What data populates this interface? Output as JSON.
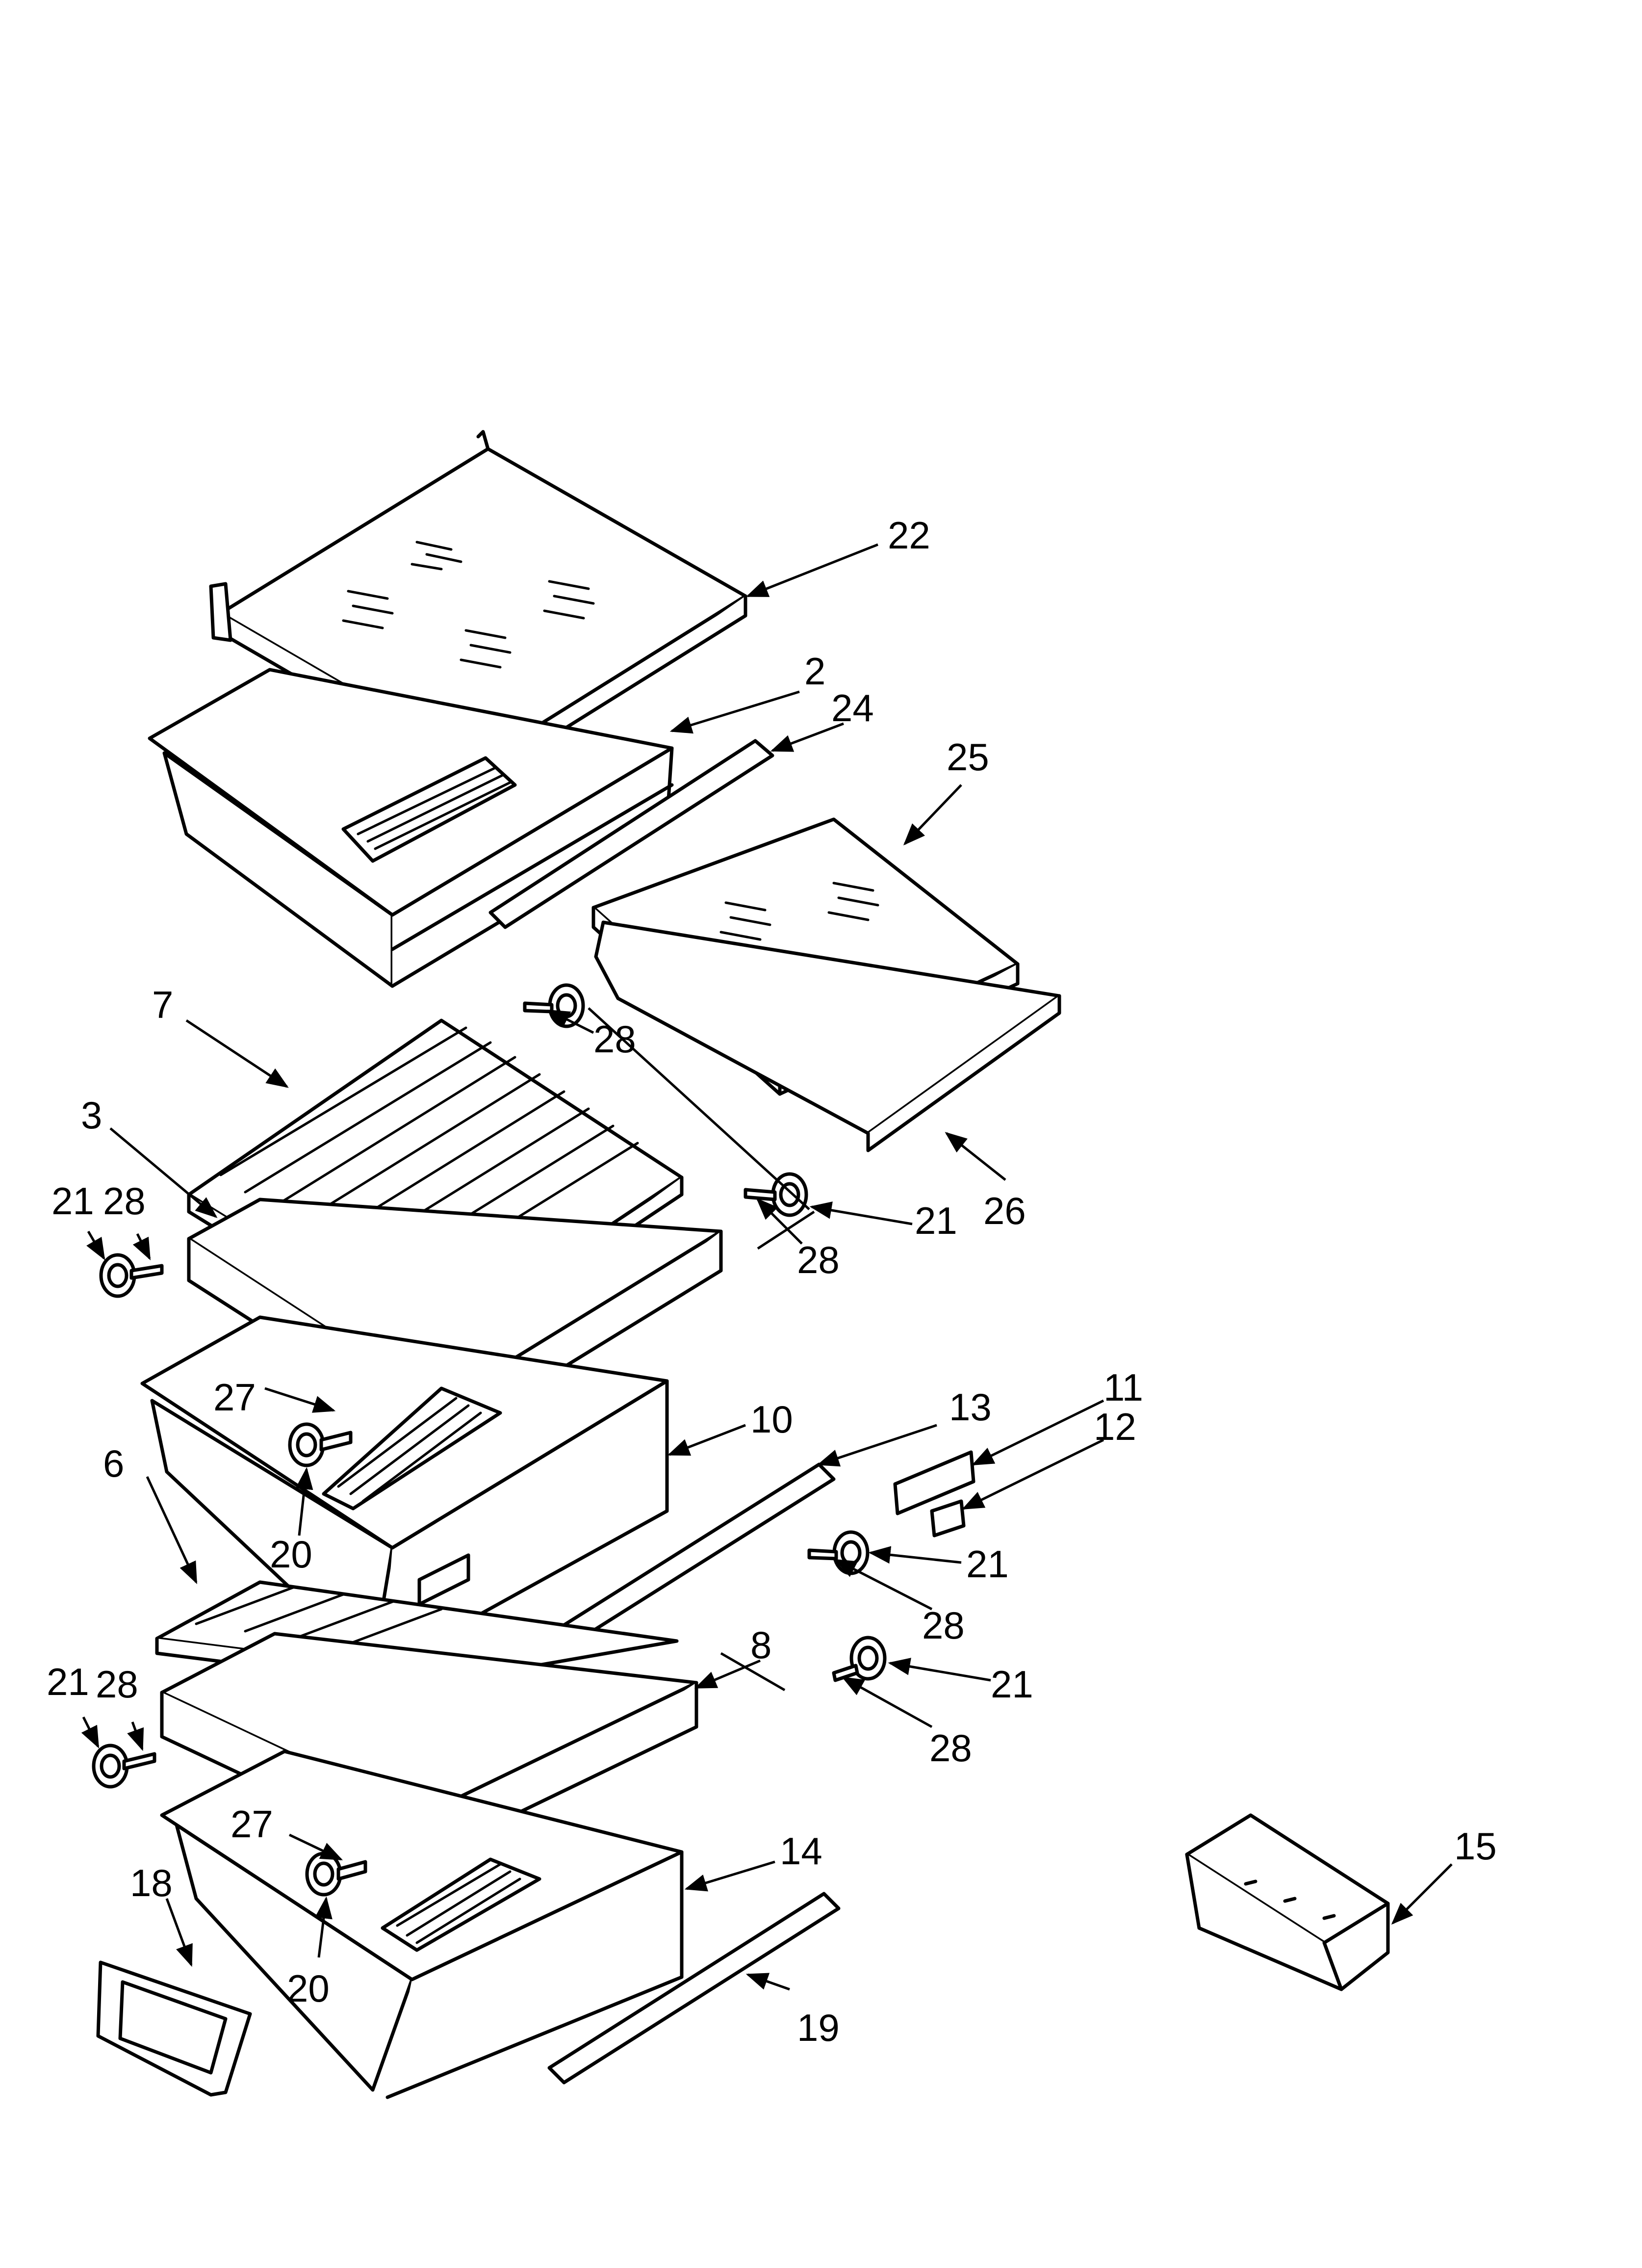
{
  "diagram": {
    "colors": {
      "ink": "#000000",
      "paper": "#ffffff"
    },
    "callouts": [
      "22",
      "2",
      "24",
      "25",
      "7",
      "28",
      "3",
      "21",
      "28",
      "21",
      "28",
      "26",
      "27",
      "10",
      "13",
      "11",
      "12",
      "6",
      "20",
      "21",
      "28",
      "8",
      "21",
      "28",
      "21",
      "28",
      "27",
      "14",
      "15",
      "18",
      "20",
      "19"
    ]
  }
}
